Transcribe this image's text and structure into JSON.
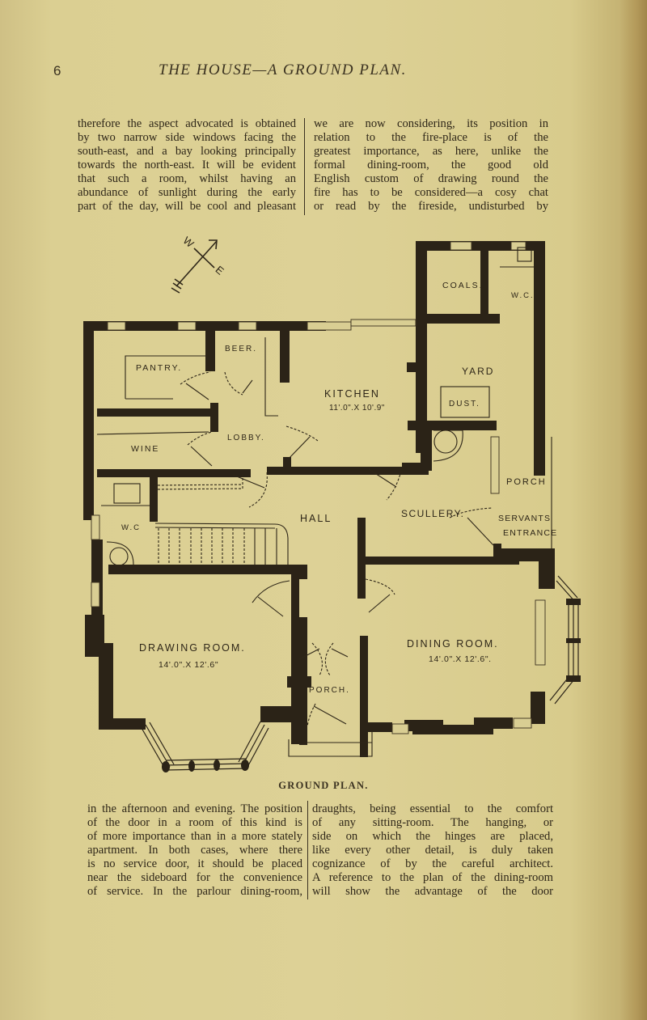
{
  "header": {
    "page_number": "6",
    "running_head": "THE HOUSE—A GROUND PLAN."
  },
  "top_text": {
    "left_column": [
      "therefore the aspect advocated is obtained",
      "by two narrow side windows facing the",
      "south-east, and a bay looking principally",
      "towards the north-east.  It will be evident",
      "that such a room, whilst having an",
      "abundance of sunlight during the early",
      "part of the day, will be cool and pleasant"
    ],
    "right_column": [
      "we are now considering, its position in",
      "relation to the fire-place is of the",
      "greatest importance, as here, unlike the",
      "formal dining-room, the good old",
      "English custom of drawing round the",
      "fire has to be considered—a cosy chat",
      "or read by the fireside, undisturbed by"
    ]
  },
  "plan": {
    "compass": {
      "west_label": "W",
      "east_label": "E"
    },
    "rooms": {
      "pantry": "PANTRY.",
      "beer": "BEER.",
      "coals": "COALS.",
      "wc_yard": "W.C.",
      "yard": "YARD",
      "kitchen": "KITCHEN",
      "kitchen_size": "11'.0\".X 10'.9\"",
      "dust": "DUST.",
      "lobby": "LOBBY.",
      "wine": "WINE",
      "wc_hall": "W.C",
      "hall": "HALL",
      "scullery": "SCULLERY.",
      "porch_service": "PORCH",
      "servants_entrance_1": "SERVANTS",
      "servants_entrance_2": "ENTRANCE",
      "drawing_room": "DRAWING ROOM.",
      "drawing_room_size": "14'.0\".X 12'.6\"",
      "dining_room": "DINING ROOM.",
      "dining_room_size": "14'.0\".X 12'.6\".",
      "porch_front": "PORCH."
    }
  },
  "caption": "GROUND PLAN.",
  "bottom_text": {
    "left_column": [
      "in the afternoon and evening.  The position",
      "of the door in a room of this kind is",
      "of more importance than in a more stately",
      "apartment.  In both cases, where there",
      "is no service door, it should be placed",
      "near the sideboard for the convenience",
      "of service.  In the parlour dining-room,"
    ],
    "right_column": [
      "draughts, being essential to the comfort",
      "of any sitting-room.  The hanging, or",
      "side on which the hinges are placed,",
      "like every other detail, is duly taken",
      "cognizance of by the careful architect.",
      "A reference to the plan of the dining-room",
      "will show the advantage of the door"
    ]
  },
  "colors": {
    "paper": "#dbcf92",
    "ink": "#2e2618",
    "wall": "#2b2317"
  }
}
